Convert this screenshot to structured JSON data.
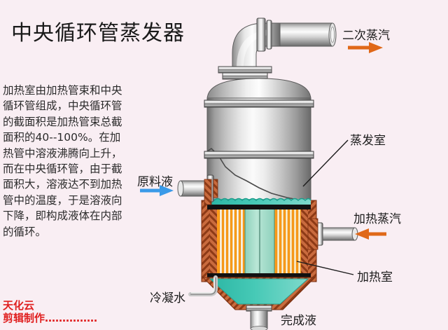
{
  "page": {
    "background_color": "#f9eef3",
    "title": "中央循环管蒸发器"
  },
  "description": {
    "text": "加热室由加热管束和中央循环管组成，中央循环管的截面积是加热管束总截面积的40--100%。在加热管中溶液沸腾向上升，而在中央循环管，由于截面积大，溶液达不到加热管中的温度，于是溶液向下降，即构成液体在内部的循环。"
  },
  "labels": {
    "secondary_steam": "二次蒸汽",
    "evaporation_chamber": "蒸发室",
    "heating_steam": "加热蒸汽",
    "heating_chamber": "加热室",
    "feed_liquid": "原料液",
    "condensate_water": "冷凝水",
    "finished_liquid": "完成液"
  },
  "watermark": {
    "line1": "天化云",
    "line2": "剪辑制作……………"
  },
  "colors": {
    "background": "#f9eef3",
    "steam_arrow": "#e06818",
    "feed_arrow": "#3a9ae8",
    "metal_light": "#f2f2f2",
    "metal_mid": "#9a9a9a",
    "metal_dark": "#5a5a5a",
    "shell_brown": "#b4522a",
    "tube_orange": "#ff9b1a",
    "liquid_teal": "#38c2b0",
    "liquid_pale": "#ecf0c8",
    "central_tube_green": "#a8ddc8",
    "label_text": "#1c1c1c",
    "watermark_red": "#e02020"
  },
  "diagram": {
    "type": "process-equipment-cutaway",
    "equipment": "central circulation tube evaporator",
    "parts": [
      "vapor outlet elbow pipe",
      "domed head",
      "evaporation chamber shell",
      "flange bands",
      "feed liquid nozzle",
      "heating steam nozzle",
      "tube sheet upper",
      "tube sheet lower",
      "heating tube bundle",
      "central circulation tube",
      "condensate drain pipe",
      "bottom cone",
      "product outlet pipe"
    ]
  }
}
